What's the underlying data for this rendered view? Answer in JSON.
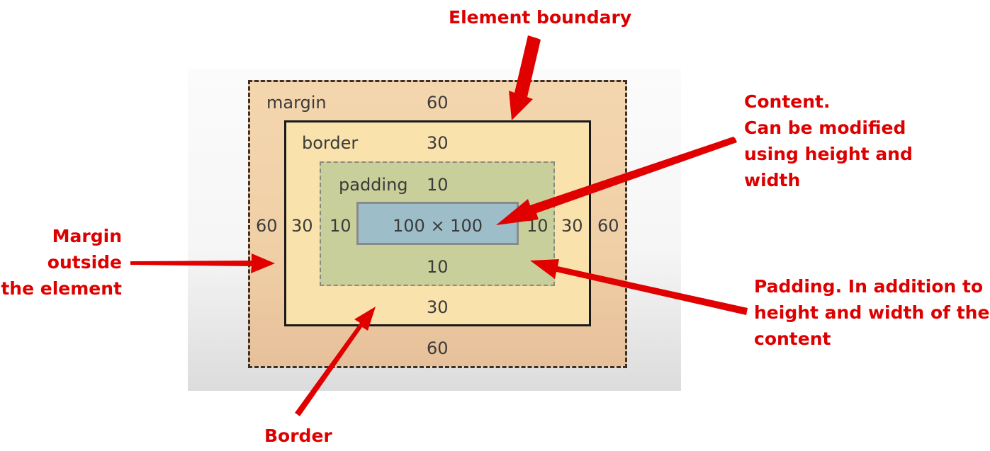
{
  "diagram": {
    "margin": {
      "label": "margin",
      "top": "60",
      "bottom": "60",
      "left": "60",
      "right": "60"
    },
    "border": {
      "label": "border",
      "top": "30",
      "bottom": "30",
      "left": "30",
      "right": "30"
    },
    "padding": {
      "label": "padding",
      "top": "10",
      "bottom": "10",
      "left": "10",
      "right": "10"
    },
    "content": {
      "label": "100 × 100"
    }
  },
  "annotations": {
    "element_boundary": [
      "Element boundary"
    ],
    "content": [
      "Content.",
      "Can be modified",
      "using height and",
      "width"
    ],
    "margin": [
      "Margin",
      "outside",
      "the element"
    ],
    "padding": [
      "Padding. In addition to",
      "height and width of the",
      "content"
    ],
    "border": [
      "Border"
    ]
  },
  "colors": {
    "annotation": "#dd0000",
    "margin_fill": "#f4d6ae",
    "border_fill": "#f9e2ab",
    "padding_fill": "#c8cf9a",
    "content_fill": "#9dbdc9"
  }
}
